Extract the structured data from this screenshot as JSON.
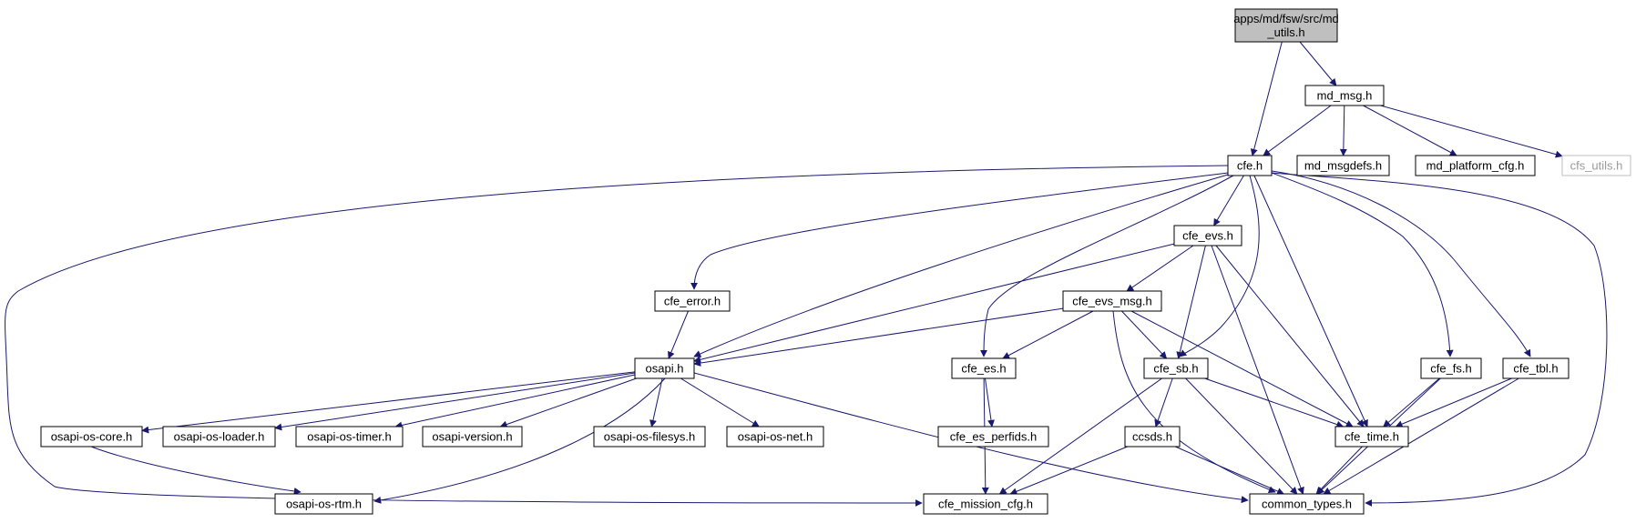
{
  "diagram": {
    "root_fill": "#bfbfbf",
    "edge_color": "#191970",
    "node_border": "#000000",
    "external_border": "#bfbfbf",
    "nodes": [
      {
        "id": "md_utils",
        "lines": [
          "apps/md/fsw/src/md",
          "_utils.h"
        ],
        "root": true
      },
      {
        "id": "md_msg",
        "lines": [
          "md_msg.h"
        ]
      },
      {
        "id": "cfe",
        "lines": [
          "cfe.h"
        ]
      },
      {
        "id": "md_msgdefs",
        "lines": [
          "md_msgdefs.h"
        ]
      },
      {
        "id": "md_platform_cfg",
        "lines": [
          "md_platform_cfg.h"
        ]
      },
      {
        "id": "cfs_utils",
        "lines": [
          "cfs_utils.h"
        ],
        "external": true
      },
      {
        "id": "cfe_evs",
        "lines": [
          "cfe_evs.h"
        ]
      },
      {
        "id": "cfe_error",
        "lines": [
          "cfe_error.h"
        ]
      },
      {
        "id": "cfe_evs_msg",
        "lines": [
          "cfe_evs_msg.h"
        ]
      },
      {
        "id": "osapi",
        "lines": [
          "osapi.h"
        ]
      },
      {
        "id": "cfe_es",
        "lines": [
          "cfe_es.h"
        ]
      },
      {
        "id": "cfe_sb",
        "lines": [
          "cfe_sb.h"
        ]
      },
      {
        "id": "cfe_fs",
        "lines": [
          "cfe_fs.h"
        ]
      },
      {
        "id": "cfe_tbl",
        "lines": [
          "cfe_tbl.h"
        ]
      },
      {
        "id": "osapi_os_core",
        "lines": [
          "osapi-os-core.h"
        ]
      },
      {
        "id": "osapi_os_loader",
        "lines": [
          "osapi-os-loader.h"
        ]
      },
      {
        "id": "osapi_os_timer",
        "lines": [
          "osapi-os-timer.h"
        ]
      },
      {
        "id": "osapi_version",
        "lines": [
          "osapi-version.h"
        ]
      },
      {
        "id": "osapi_os_filesys",
        "lines": [
          "osapi-os-filesys.h"
        ]
      },
      {
        "id": "osapi_os_net",
        "lines": [
          "osapi-os-net.h"
        ]
      },
      {
        "id": "cfe_es_perfids",
        "lines": [
          "cfe_es_perfids.h"
        ]
      },
      {
        "id": "ccsds",
        "lines": [
          "ccsds.h"
        ]
      },
      {
        "id": "cfe_time",
        "lines": [
          "cfe_time.h"
        ]
      },
      {
        "id": "osapi_os_rtm",
        "lines": [
          "osapi-os-rtm.h"
        ]
      },
      {
        "id": "cfe_mission_cfg",
        "lines": [
          "cfe_mission_cfg.h"
        ]
      },
      {
        "id": "common_types",
        "lines": [
          "common_types.h"
        ]
      }
    ],
    "edges": [
      [
        "md_utils",
        "md_msg"
      ],
      [
        "md_utils",
        "cfe"
      ],
      [
        "md_msg",
        "cfe"
      ],
      [
        "md_msg",
        "md_msgdefs"
      ],
      [
        "md_msg",
        "md_platform_cfg"
      ],
      [
        "md_msg",
        "cfs_utils"
      ],
      [
        "cfe",
        "cfe_evs"
      ],
      [
        "cfe",
        "cfe_error"
      ],
      [
        "cfe",
        "osapi"
      ],
      [
        "cfe",
        "cfe_es"
      ],
      [
        "cfe",
        "cfe_sb"
      ],
      [
        "cfe",
        "cfe_time"
      ],
      [
        "cfe",
        "cfe_fs"
      ],
      [
        "cfe",
        "cfe_tbl"
      ],
      [
        "cfe",
        "common_types"
      ],
      [
        "cfe",
        "cfe_mission_cfg"
      ],
      [
        "cfe_evs",
        "cfe_evs_msg"
      ],
      [
        "cfe_evs",
        "osapi"
      ],
      [
        "cfe_evs",
        "cfe_sb"
      ],
      [
        "cfe_evs",
        "cfe_time"
      ],
      [
        "cfe_evs",
        "common_types"
      ],
      [
        "cfe_error",
        "osapi"
      ],
      [
        "cfe_evs_msg",
        "osapi"
      ],
      [
        "cfe_evs_msg",
        "cfe_es"
      ],
      [
        "cfe_evs_msg",
        "cfe_sb"
      ],
      [
        "cfe_evs_msg",
        "cfe_time"
      ],
      [
        "cfe_evs_msg",
        "common_types"
      ],
      [
        "osapi",
        "osapi_os_core"
      ],
      [
        "osapi",
        "osapi_os_loader"
      ],
      [
        "osapi",
        "osapi_os_timer"
      ],
      [
        "osapi",
        "osapi_version"
      ],
      [
        "osapi",
        "osapi_os_filesys"
      ],
      [
        "osapi",
        "osapi_os_net"
      ],
      [
        "osapi",
        "osapi_os_rtm"
      ],
      [
        "osapi",
        "common_types"
      ],
      [
        "osapi_os_core",
        "osapi_os_rtm"
      ],
      [
        "cfe_es",
        "cfe_es_perfids"
      ],
      [
        "cfe_es",
        "cfe_mission_cfg"
      ],
      [
        "cfe_sb",
        "ccsds"
      ],
      [
        "cfe_sb",
        "cfe_time"
      ],
      [
        "cfe_sb",
        "cfe_mission_cfg"
      ],
      [
        "cfe_sb",
        "common_types"
      ],
      [
        "ccsds",
        "cfe_mission_cfg"
      ],
      [
        "ccsds",
        "common_types"
      ],
      [
        "cfe_fs",
        "cfe_time"
      ],
      [
        "cfe_fs",
        "common_types"
      ],
      [
        "cfe_tbl",
        "cfe_time"
      ],
      [
        "cfe_tbl",
        "common_types"
      ],
      [
        "cfe_time",
        "common_types"
      ]
    ]
  }
}
